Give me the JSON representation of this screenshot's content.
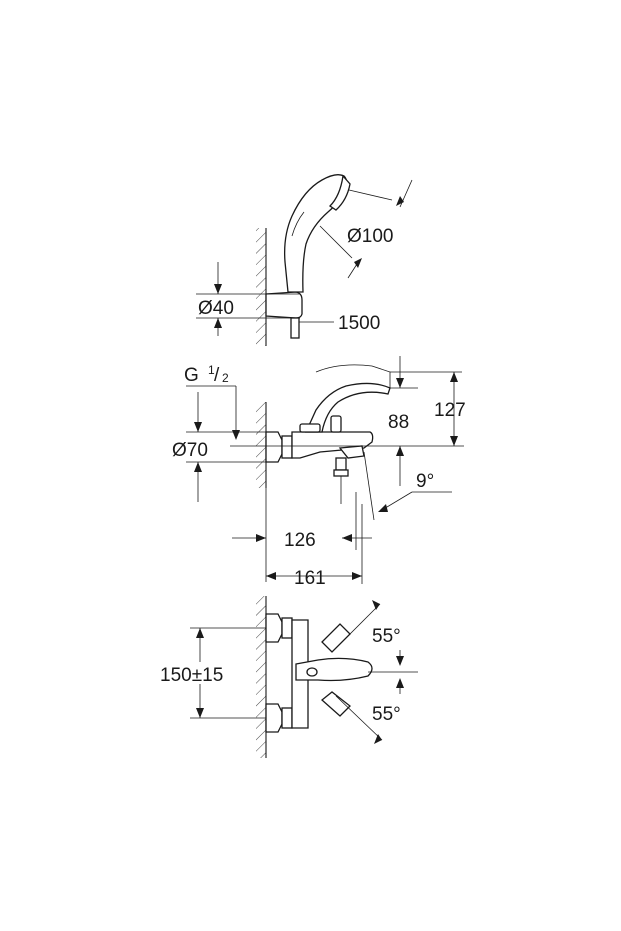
{
  "dimensions": {
    "head_diameter": "Ø100",
    "holder_diameter": "Ø40",
    "hose_length": "1500",
    "thread_G": "G",
    "thread_fraction_num": "1",
    "thread_fraction_den": "2",
    "rosette_diameter": "Ø70",
    "height_lever": "88",
    "height_total": "127",
    "spout_angle": "9°",
    "spout_reach": "126",
    "total_depth": "161",
    "centers": "150±15",
    "lever_angle_up": "55°",
    "lever_angle_down": "55°"
  }
}
